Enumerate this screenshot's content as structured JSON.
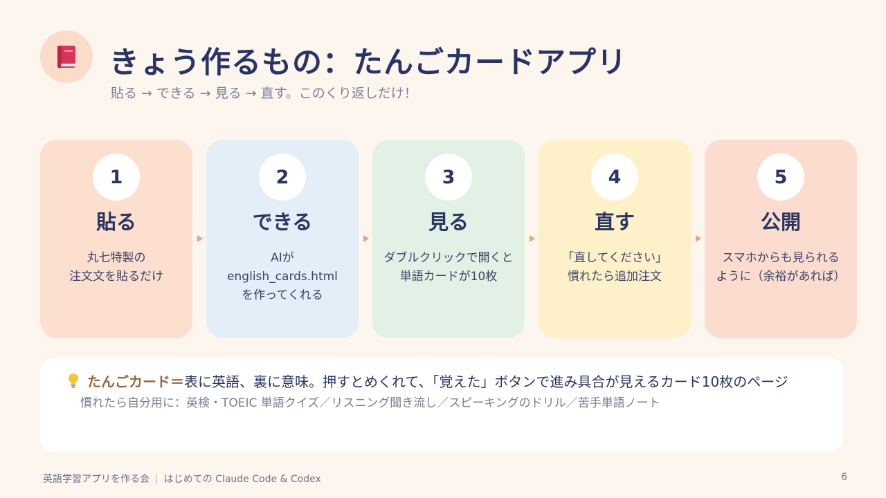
{
  "header": {
    "icon": "book-icon",
    "title": "きょう作るもの：たんごカードアプリ",
    "subtitle": "貼る → できる → 見る → 直す。このくり返しだけ！"
  },
  "steps": [
    {
      "number": "1",
      "title": "貼る",
      "desc": "丸七特製の\n注文文を貼るだけ",
      "color": "#fcdfcf"
    },
    {
      "number": "2",
      "title": "できる",
      "desc": "AIが\nenglish_cards.html\nを作ってくれる",
      "color": "#e3eef9"
    },
    {
      "number": "3",
      "title": "見る",
      "desc": "ダブルクリックで開くと\n単語カードが10枚",
      "color": "#e1f1e5"
    },
    {
      "number": "4",
      "title": "直す",
      "desc": "「直してください」\n慣れたら追加注文",
      "color": "#fef0c8"
    },
    {
      "number": "5",
      "title": "公開",
      "desc": "スマホからも見られる\nように（余裕があれば）",
      "color": "#fcdcce"
    }
  ],
  "info": {
    "icon": "lightbulb-icon",
    "highlight": "たんごカード＝",
    "main": "表に英語、裏に意味。押すとめくれて、「覚えた」ボタンで進み具合が見えるカード10枚のページ",
    "sub": "慣れたら自分用に：英検・TOEIC 単語クイズ／リスニング聞き流し／スピーキングのドリル／苦手単語ノート"
  },
  "footer": {
    "left": "英語学習アプリを作る会",
    "separator": "|",
    "right": "はじめての Claude Code & Codex",
    "page": "6"
  },
  "colors": {
    "background": "#fdf6ee",
    "title": "#283465",
    "accent": "#a0643a",
    "arrow": "#f2a07a"
  }
}
